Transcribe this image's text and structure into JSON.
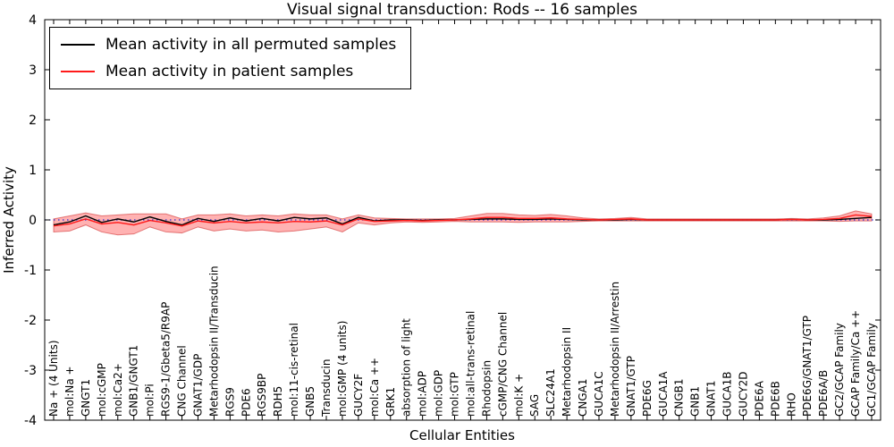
{
  "chart_data": {
    "type": "line",
    "title": "Visual signal transduction: Rods -- 16 samples",
    "xlabel": "Cellular Entities",
    "ylabel": "Inferred Activity",
    "ylim": [
      -4,
      4
    ],
    "yticks": [
      -4,
      -3,
      -2,
      -1,
      0,
      1,
      2,
      3,
      4
    ],
    "grid": "off",
    "legend": {
      "position": "upper-left",
      "entries": [
        {
          "label": "Mean activity in all permuted samples",
          "color": "#000000"
        },
        {
          "label": "Mean activity in patient samples",
          "color": "#ff1a1a"
        }
      ]
    },
    "zero_line": {
      "y": 0,
      "style": "dotted",
      "color": "#2a2ad4"
    },
    "categories": [
      "Na + (4 Units)",
      "mol:Na +",
      "GNGT1",
      "mol:cGMP",
      "mol:Ca2+",
      "GNB1/GNGT1",
      "mol:Pi",
      "RGS9-1/Gbeta5/R9AP",
      "CNG Channel",
      "GNAT1/GDP",
      "Metarhodopsin II/Transducin",
      "RGS9",
      "PDE6",
      "RGS9BP",
      "RDH5",
      "mol:11-cis-retinal",
      "GNB5",
      "Transducin",
      "mol:GMP (4 units)",
      "GUCY2F",
      "mol:Ca ++",
      "GRK1",
      "absorption of light",
      "mol:ADP",
      "mol:GDP",
      "mol:GTP",
      "mol:all-trans-retinal",
      "Rhodopsin",
      "cGMP/CNG Channel",
      "mol:K +",
      "SAG",
      "SLC24A1",
      "Metarhodopsin II",
      "CNGA1",
      "GUCA1C",
      "Metarhodopsin II/Arrestin",
      "GNAT1/GTP",
      "PDE6G",
      "GUCA1A",
      "CNGB1",
      "GNB1",
      "GNAT1",
      "GUCA1B",
      "GUCY2D",
      "PDE6A",
      "PDE6B",
      "RHO",
      "PDE6G/GNAT1/GTP",
      "PDE6A/B",
      "GC2/GCAP Family",
      "GCAP Family/Ca ++",
      "GC1/GCAP Family"
    ],
    "series": [
      {
        "name": "Mean activity in all permuted samples",
        "color": "#000000",
        "values": [
          -0.1,
          -0.04,
          0.08,
          -0.05,
          0.02,
          -0.04,
          0.06,
          -0.03,
          -0.1,
          0.03,
          -0.03,
          0.04,
          -0.02,
          0.03,
          -0.02,
          0.05,
          0.02,
          0.04,
          -0.08,
          0.05,
          -0.02,
          0.0,
          0.0,
          -0.01,
          0.0,
          0.0,
          0.01,
          0.02,
          0.02,
          0.01,
          0.01,
          0.02,
          0.01,
          0.0,
          0.0,
          0.0,
          0.01,
          0.0,
          0.0,
          0.0,
          0.0,
          0.0,
          0.0,
          0.0,
          0.0,
          0.0,
          0.01,
          0.0,
          0.0,
          0.01,
          0.03,
          0.05
        ]
      },
      {
        "name": "Mean activity in patient samples",
        "color": "#ff1a1a",
        "values": [
          -0.12,
          -0.08,
          0.02,
          -0.08,
          -0.05,
          -0.1,
          -0.01,
          -0.06,
          -0.12,
          -0.02,
          -0.06,
          -0.03,
          -0.06,
          -0.04,
          -0.06,
          -0.03,
          -0.04,
          -0.02,
          -0.1,
          0.02,
          -0.03,
          -0.02,
          -0.01,
          -0.02,
          -0.01,
          0.0,
          0.02,
          0.05,
          0.05,
          0.03,
          0.03,
          0.04,
          0.02,
          0.01,
          0.0,
          0.01,
          0.02,
          0.0,
          0.0,
          0.0,
          0.0,
          0.0,
          0.0,
          0.0,
          0.0,
          0.0,
          0.01,
          0.0,
          0.01,
          0.03,
          0.1,
          0.07
        ]
      }
    ],
    "band": {
      "name": "patient samples spread",
      "color": "#ff5555",
      "edge_color": "#cc2222",
      "opacity": 0.45,
      "upper": [
        0.02,
        0.08,
        0.14,
        0.08,
        0.1,
        0.12,
        0.12,
        0.12,
        0.02,
        0.1,
        0.1,
        0.12,
        0.08,
        0.1,
        0.08,
        0.12,
        0.1,
        0.1,
        0.02,
        0.1,
        0.04,
        0.03,
        0.02,
        0.02,
        0.02,
        0.03,
        0.08,
        0.13,
        0.13,
        0.1,
        0.09,
        0.11,
        0.08,
        0.04,
        0.02,
        0.03,
        0.05,
        0.02,
        0.02,
        0.02,
        0.02,
        0.02,
        0.02,
        0.02,
        0.02,
        0.02,
        0.03,
        0.02,
        0.04,
        0.08,
        0.18,
        0.12
      ],
      "lower": [
        -0.24,
        -0.22,
        -0.1,
        -0.24,
        -0.3,
        -0.28,
        -0.14,
        -0.24,
        -0.26,
        -0.14,
        -0.22,
        -0.18,
        -0.22,
        -0.2,
        -0.24,
        -0.22,
        -0.18,
        -0.14,
        -0.24,
        -0.06,
        -0.1,
        -0.06,
        -0.04,
        -0.05,
        -0.04,
        -0.03,
        -0.04,
        -0.04,
        -0.04,
        -0.05,
        -0.04,
        -0.04,
        -0.04,
        -0.03,
        -0.02,
        -0.02,
        -0.02,
        -0.02,
        -0.02,
        -0.02,
        -0.02,
        -0.02,
        -0.02,
        -0.02,
        -0.02,
        -0.02,
        -0.02,
        -0.02,
        -0.02,
        -0.03,
        -0.02,
        -0.02
      ]
    }
  }
}
